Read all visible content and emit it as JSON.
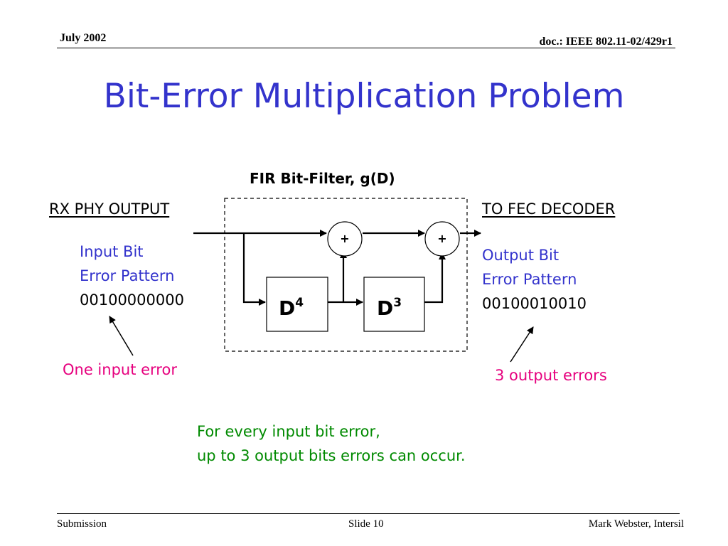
{
  "header": {
    "date": "July 2002",
    "doc": "doc.: IEEE 802.11-02/429r1"
  },
  "title": "Bit-Error Multiplication Problem",
  "diagram": {
    "filter_title": "FIR Bit-Filter, g(D)",
    "input_label": "RX PHY OUTPUT",
    "output_label": "TO FEC DECODER",
    "adder_symbol": "+",
    "delay_blocks": [
      {
        "base": "D",
        "exponent": "4"
      },
      {
        "base": "D",
        "exponent": "3"
      }
    ],
    "input_pattern": {
      "line1": "Input Bit",
      "line2": "Error Pattern",
      "bits": "00100000000"
    },
    "output_pattern": {
      "line1": "Output Bit",
      "line2": "Error Pattern",
      "bits": "00100010010"
    },
    "input_note": "One input error",
    "output_note": "3 output errors"
  },
  "summary": {
    "line1": "For every input bit error,",
    "line2": "up to 3 output bits errors can occur."
  },
  "footer": {
    "left": "Submission",
    "center": "Slide 10",
    "right": "Mark Webster, Intersil"
  },
  "colors": {
    "title": "#3333cc",
    "pattern_label": "#3333cc",
    "error_note": "#e6007e",
    "summary": "#008a00"
  }
}
